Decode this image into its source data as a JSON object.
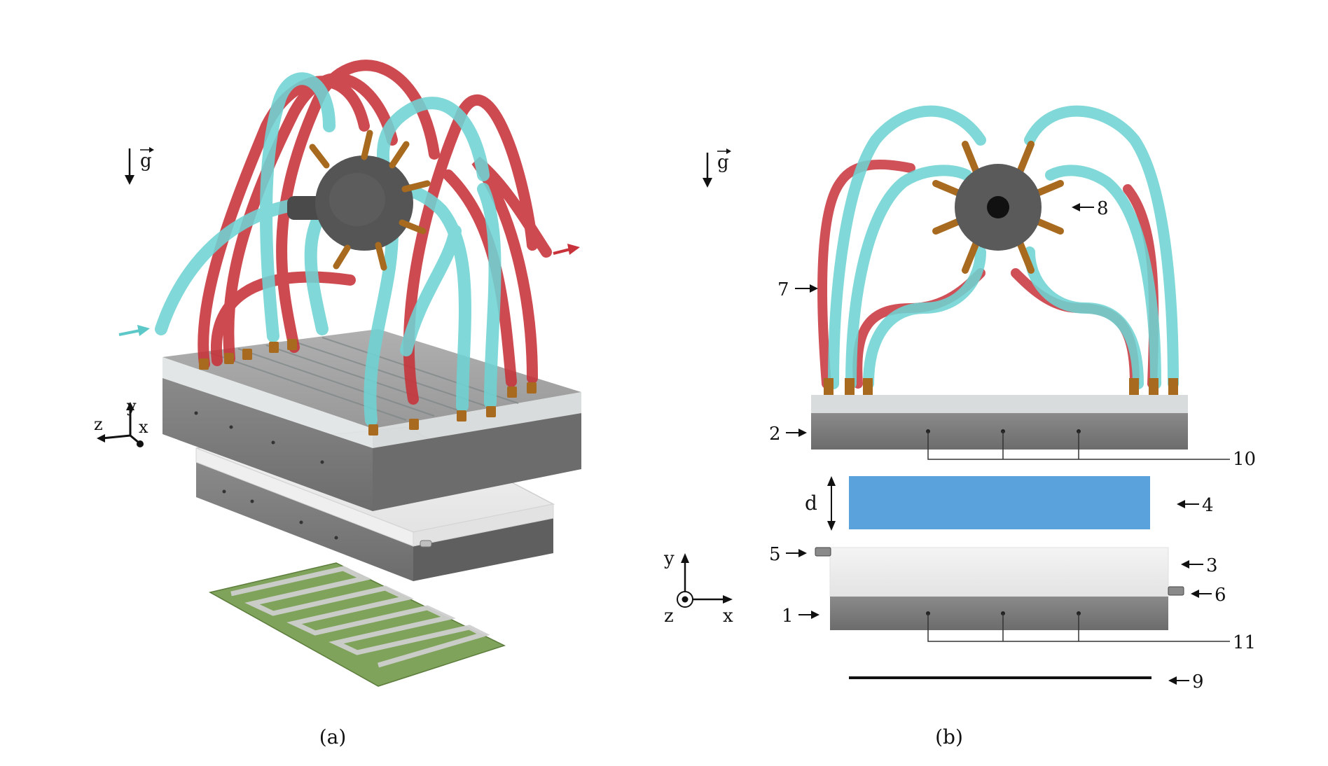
{
  "panels": {
    "a": {
      "caption": "(a)"
    },
    "b": {
      "caption": "(b)"
    }
  },
  "gravity": {
    "symbol": "g"
  },
  "axes": {
    "x": "x",
    "y": "y",
    "z": "z"
  },
  "side_view": {
    "gap_label": "d",
    "callouts": {
      "c1": "1",
      "c2": "2",
      "c3": "3",
      "c4": "4",
      "c5": "5",
      "c6": "6",
      "c7": "7",
      "c8": "8",
      "c9": "9",
      "c10": "10",
      "c11": "11"
    }
  },
  "colors": {
    "cold_tube": "#6fd3d3",
    "hot_tube": "#c8323a",
    "metal": "#7e7e7e",
    "fluid_layer": "#5aa2dc",
    "pcb": "#7fa35a",
    "fitting": "#a86a1e"
  },
  "icons": {
    "inflow_arrow": "cyan-arrow-icon",
    "outflow_arrow": "red-arrow-icon"
  }
}
